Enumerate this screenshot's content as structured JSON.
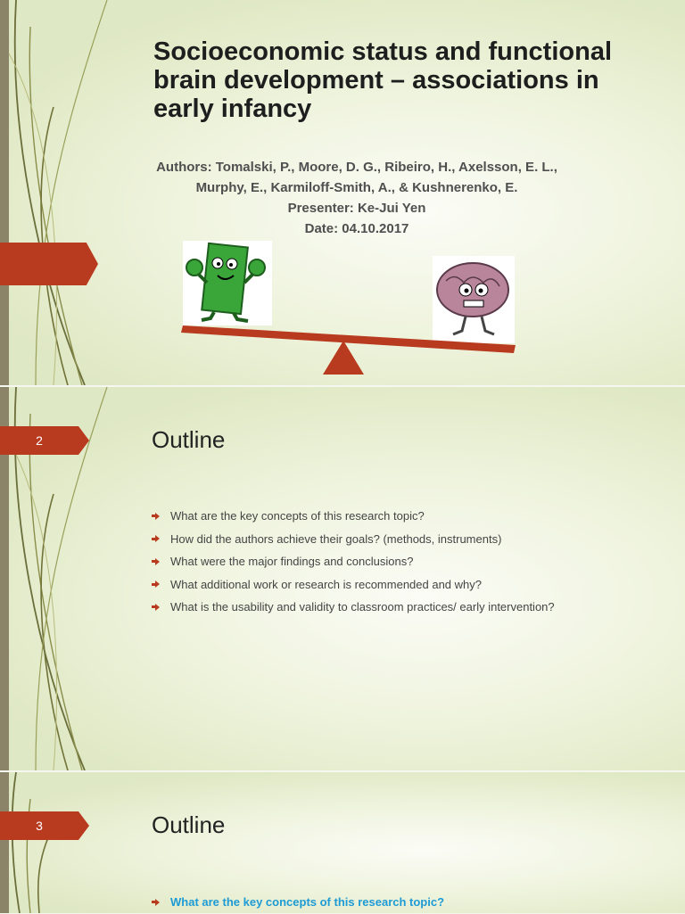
{
  "slides": [
    {
      "title": "Socioeconomic status and functional brain development – associations in early infancy",
      "authors_line1": "Authors: Tomalski, P., Moore, D. G., Ribeiro, H., Axelsson, E. L.,",
      "authors_line2": "Murphy, E., Karmiloff-Smith, A., & Kushnerenko, E.",
      "presenter": "Presenter: Ke-Jui Yen",
      "date": "Date: 04.10.2017",
      "slide_number": ""
    },
    {
      "slide_number": "2",
      "title": "Outline",
      "bullets": [
        "What are the key concepts of this research topic?",
        "How did the authors achieve their goals? (methods, instruments)",
        "What were the major findings and conclusions?",
        "What additional work or research is recommended and why?",
        "What is the usability and validity to classroom practices/ early intervention?"
      ]
    },
    {
      "slide_number": "3",
      "title": "Outline",
      "bullets": [
        "What are the key concepts of this research topic?"
      ]
    }
  ],
  "colors": {
    "accent": "#b83a1f",
    "highlight": "#1d9bd4",
    "sidebar": "#8c8468"
  },
  "icons": {
    "money": "money-cartoon-icon",
    "brain": "brain-cartoon-icon",
    "seesaw": "seesaw-icon"
  }
}
